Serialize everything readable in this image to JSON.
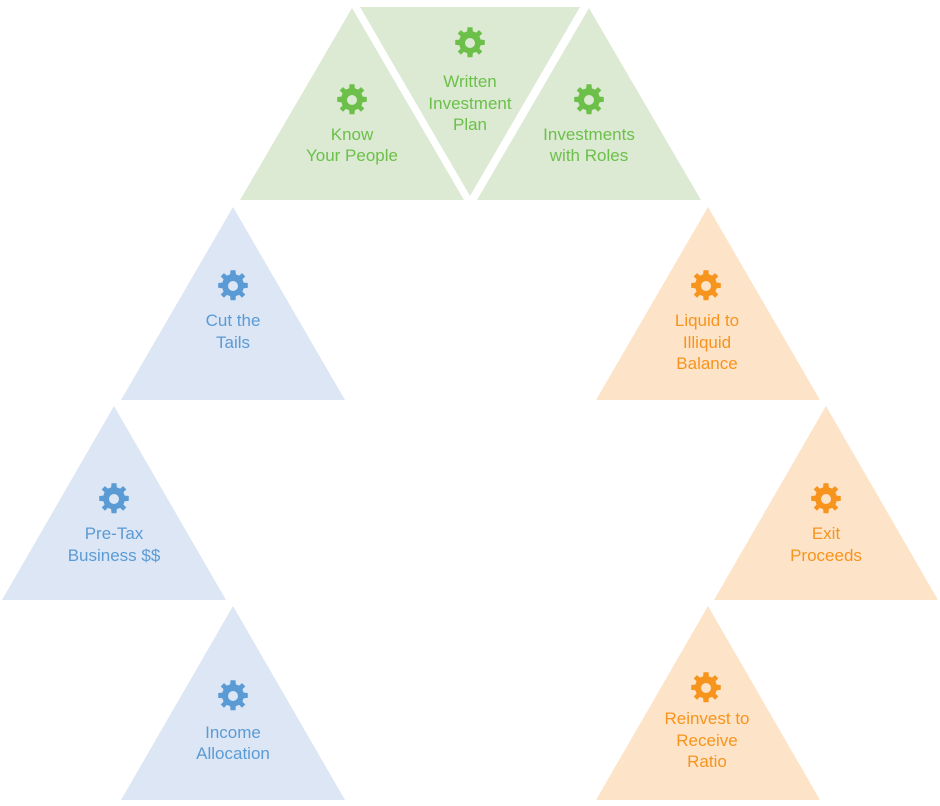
{
  "colors": {
    "green_fill": "#dce9d3",
    "green_text": "#6cc04a",
    "blue_fill": "#dce6f4",
    "blue_text": "#5b9bd5",
    "orange_fill": "#fde3c8",
    "orange_text": "#f7941d"
  },
  "icon": "gear-icon",
  "top_group": {
    "know_your_people": {
      "line1": "Know",
      "line2": "Your People"
    },
    "written_investment_plan": {
      "line1": "Written",
      "line2": "Investment",
      "line3": "Plan"
    },
    "investments_with_roles": {
      "line1": "Investments",
      "line2": "with Roles"
    }
  },
  "left_group": {
    "cut_the_tails": {
      "line1": "Cut the",
      "line2": "Tails"
    },
    "pre_tax_business": {
      "line1": "Pre-Tax",
      "line2": "Business $$"
    },
    "income_allocation": {
      "line1": "Income",
      "line2": "Allocation"
    }
  },
  "right_group": {
    "liquid_to_illiquid": {
      "line1": "Liquid to",
      "line2": "Illiquid",
      "line3": "Balance"
    },
    "exit_proceeds": {
      "line1": "Exit",
      "line2": "Proceeds"
    },
    "reinvest_ratio": {
      "line1": "Reinvest to",
      "line2": "Receive",
      "line3": "Ratio"
    }
  }
}
